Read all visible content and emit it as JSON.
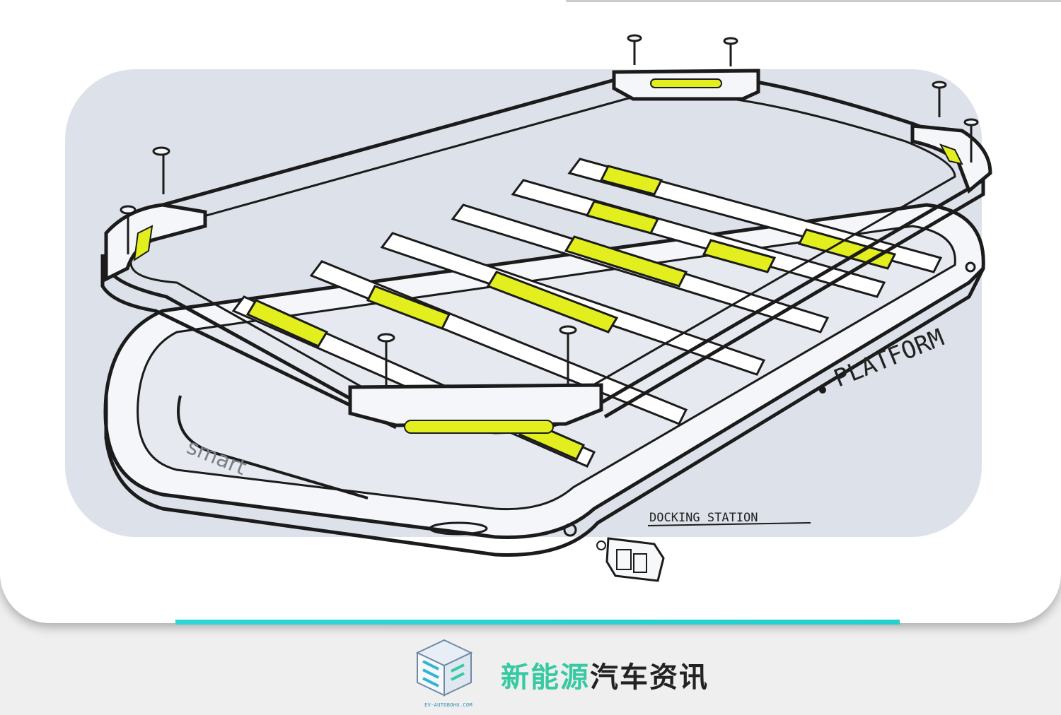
{
  "illustration": {
    "subject": "smart roof rack sketch",
    "labels": {
      "platform": "PLATFORM",
      "docking": "DOCKING STATION",
      "brand_on_rail": "smart"
    },
    "colors": {
      "accent_yellow": "#e2ee1e",
      "sketch_background": "#dde2ea",
      "frame_fill": "#f4f6f9",
      "line": "#1b1b1b"
    }
  },
  "divider": {
    "color": "#2fd6d8"
  },
  "footer": {
    "brand_part1": "新能源",
    "brand_part2": "汽车资讯",
    "logo_url": "EV-AUTOBOHU.COM",
    "logo_icon": "cube-logo-icon"
  }
}
